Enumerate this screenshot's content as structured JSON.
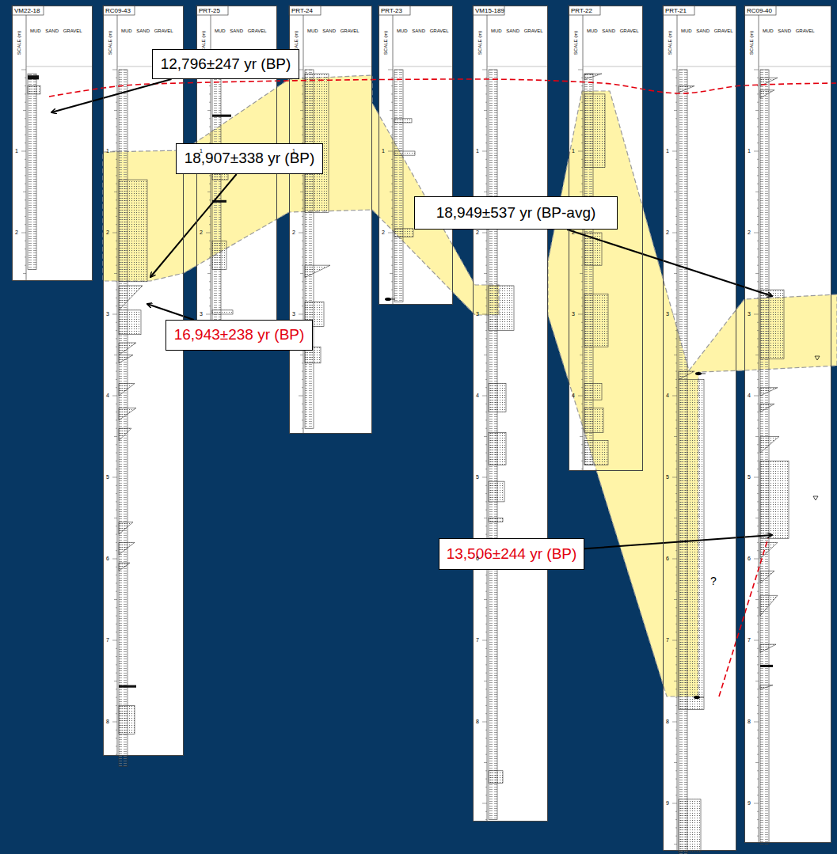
{
  "diagram": {
    "nodes": [
      {
        "text": [
          "VM22-18",
          "SCALE (m)",
          "MUD SAND GRAVEL"
        ]
      },
      {
        "text": [
          "RC09-43",
          "SCALE (m)",
          "MUD SAND GRAVEL"
        ]
      },
      {
        "text": [
          "PRT-25",
          "SCALE (m)",
          "MUD SAND GRAVEL"
        ]
      },
      {
        "text": [
          "PRT-24",
          "SCALE (m)",
          "MUD SAND GRAVEL"
        ]
      },
      {
        "text": [
          "PRT-23",
          "SCALE (m)",
          "MUD SAND GRAVEL"
        ]
      },
      {
        "text": [
          "VM15-189",
          "SCALE (m)",
          "MUD SAND GRAVEL"
        ]
      },
      {
        "text": [
          "PRT-22",
          "SCALE (m)",
          "MUD SAND GRAVEL"
        ]
      },
      {
        "text": [
          "PRT-21",
          "SCALE (m)",
          "MUD SAND GRAVEL"
        ]
      },
      {
        "text": [
          "RC09-40",
          "SCALE (m)",
          "MUD SAND GRAVEL"
        ]
      },
      {
        "text": [
          "12,796±247 yr (BP)"
        ]
      },
      {
        "text": [
          "18,907±338 yr (BP)"
        ]
      },
      {
        "text": [
          "18,949±537 yr (BP-avg)"
        ]
      },
      {
        "text": [
          "16,943±238 yr (BP)"
        ]
      },
      {
        "text": [
          "13,506±244 yr (BP)"
        ]
      }
    ],
    "edges": [
      {
        "from": 9,
        "to": 0,
        "arrow": "to"
      },
      {
        "from": 10,
        "to": 1,
        "arrow": "to"
      },
      {
        "from": 11,
        "to": 8,
        "arrow": "to"
      },
      {
        "from": 12,
        "to": 1,
        "arrow": "to"
      },
      {
        "from": 13,
        "to": 8,
        "arrow": "to"
      }
    ],
    "labels": [
      "1",
      "2",
      "1",
      "2",
      "3",
      "4",
      "5",
      "6",
      "7",
      "8",
      "1",
      "2",
      "3",
      "1",
      "2",
      "3",
      "1",
      "2",
      "1",
      "2",
      "3",
      "4",
      "5",
      "6",
      "7",
      "8",
      "1",
      "2",
      "3",
      "4",
      "1",
      "2",
      "3",
      "4",
      "5",
      "6",
      "7",
      "8",
      "9",
      "1",
      "2",
      "3",
      "4",
      "5",
      "6",
      "7",
      "8",
      "9",
      "?"
    ]
  }
}
